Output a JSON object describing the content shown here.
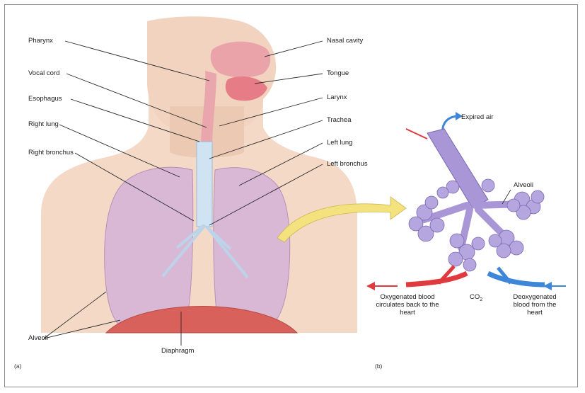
{
  "labels": {
    "pharynx": "Pharynx",
    "vocal_cord": "Vocal cord",
    "esophagus": "Esophagus",
    "right_lung": "Right lung",
    "right_bronchus": "Right bronchus",
    "alveoli_left": "Alveoli",
    "diaphragm": "Diaphragm",
    "nasal_cavity": "Nasal cavity",
    "tongue": "Tongue",
    "larynx": "Larynx",
    "trachea": "Trachea",
    "left_lung": "Left lung",
    "left_bronchus": "Left bronchus",
    "expired_air": "Expired air",
    "alveoli_right": "Alveoli",
    "oxygenated_blood": "Oxygenated blood circulates back to the heart",
    "deoxygenated_blood": "Deoxygenated blood from the heart",
    "co2": "CO",
    "co2_sub": "2",
    "panel_a": "(a)",
    "panel_b": "(b)"
  },
  "colors": {
    "skin": "#f4d9c6",
    "skin_shadow": "#e8c2ab",
    "lung": "#d9b8d6",
    "airway": "#cfe3f3",
    "alveoli": "#b5a6df",
    "oxygenated": "#e0393e",
    "deoxygenated": "#3d86d9",
    "diaphragm": "#d9615b",
    "arrow_yellow": "#f3e27d"
  }
}
